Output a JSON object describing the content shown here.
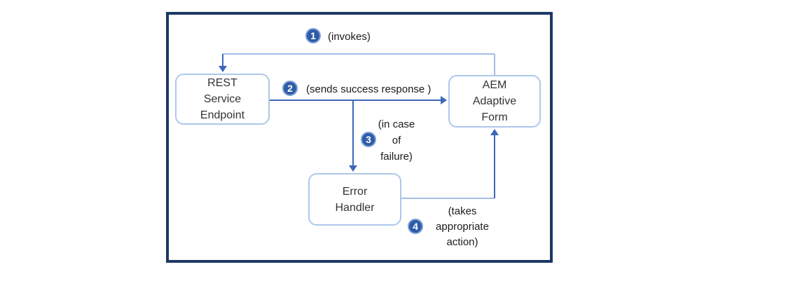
{
  "diagram": {
    "nodes": {
      "rest_service_endpoint": {
        "label": "REST\nService\nEndpoint"
      },
      "aem_adaptive_form": {
        "label": "AEM\nAdaptive\nForm"
      },
      "error_handler": {
        "label": "Error\nHandler"
      }
    },
    "steps": [
      {
        "number": "1",
        "label": "(invokes)"
      },
      {
        "number": "2",
        "label": "(sends success response )"
      },
      {
        "number": "3",
        "label": "(in case\nof\nfailure)"
      },
      {
        "number": "4",
        "label": "(takes\nappropriate\naction)"
      }
    ]
  },
  "colors": {
    "frame_border": "#1F3864",
    "node_border": "#AEC8EA",
    "node_fill": "#FFFFFF",
    "node_text": "#333333",
    "label_text": "#1A1A1A",
    "line_light": "#A6BCE4",
    "line_dark": "#3C68B8",
    "badge_fill": "#2E5DA6",
    "badge_ring": "#7C9FD8"
  }
}
